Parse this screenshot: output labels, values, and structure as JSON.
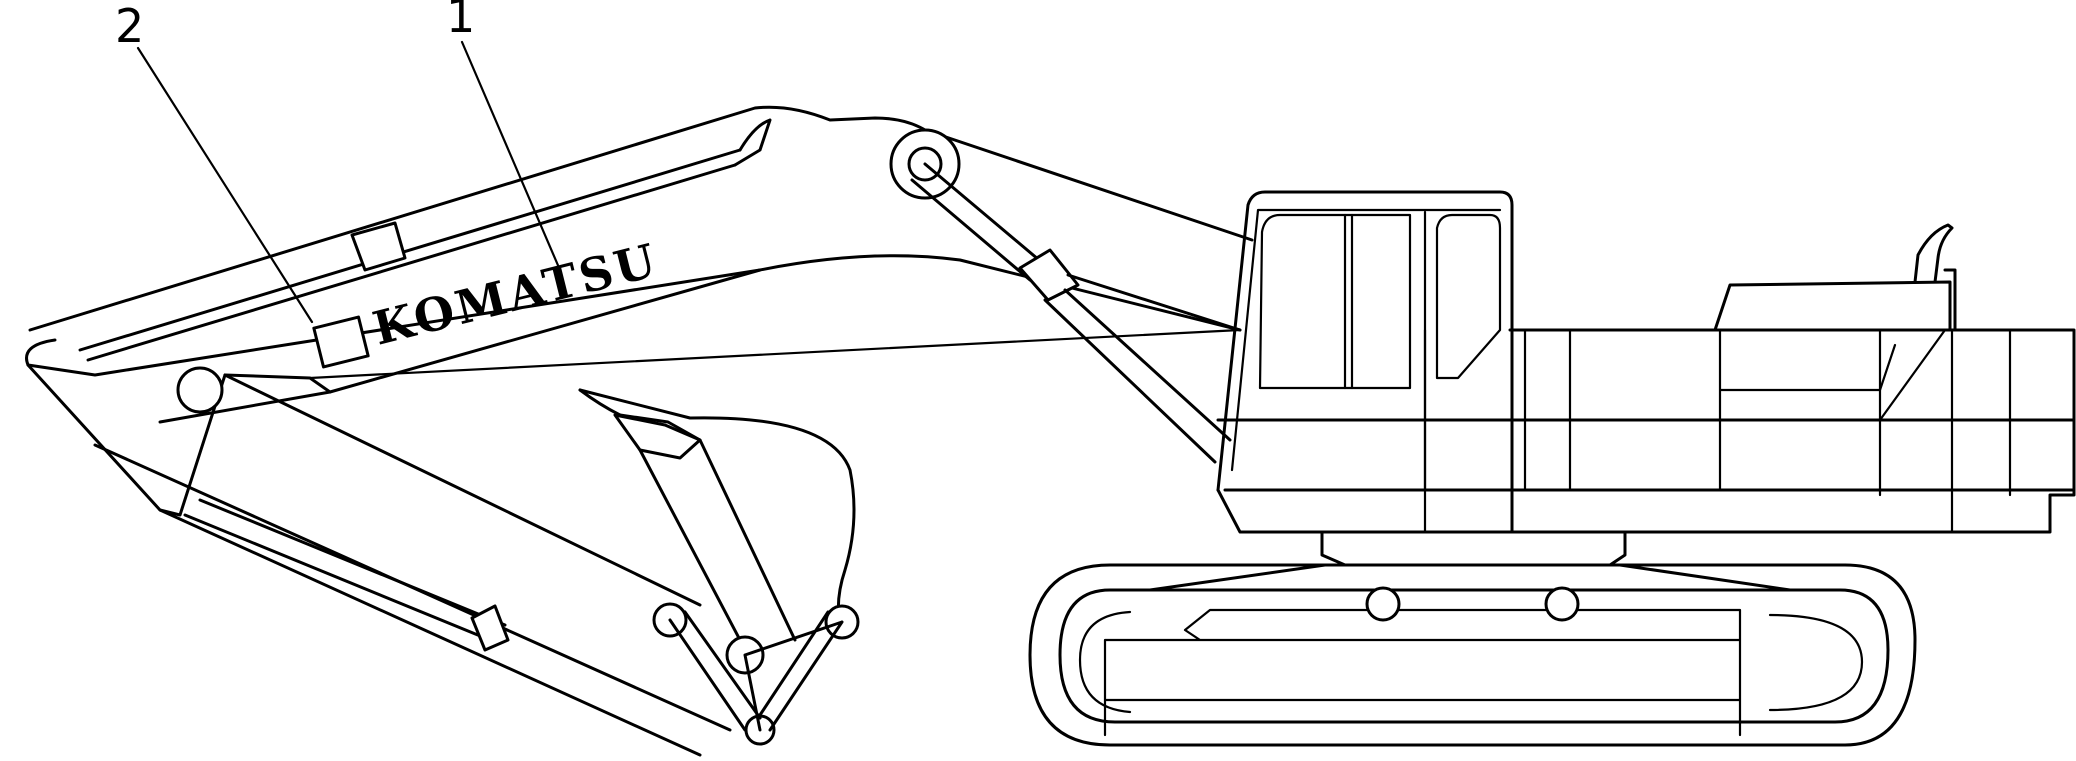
{
  "callouts": [
    {
      "id": "1",
      "label": "1"
    },
    {
      "id": "2",
      "label": "2"
    }
  ],
  "brand_text": "KOMATSU",
  "colors": {
    "line": "#000000",
    "background": "#ffffff"
  }
}
